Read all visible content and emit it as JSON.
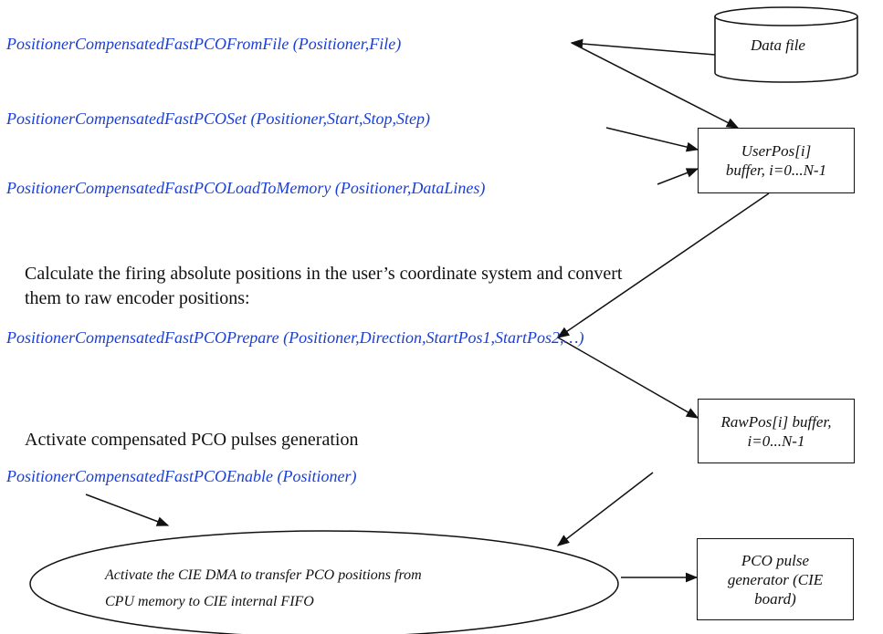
{
  "functions": {
    "from_file": "PositionerCompensatedFastPCOFromFile (Positioner,File)",
    "set": "PositionerCompensatedFastPCOSet (Positioner,Start,Stop,Step)",
    "load_to_memory": "PositionerCompensatedFastPCOLoadToMemory (Positioner,DataLines)",
    "prepare": "PositionerCompensatedFastPCOPrepare (Positioner,Direction,StartPos1,StartPos2,…)",
    "enable": "PositionerCompensatedFastPCOEnable (Positioner)"
  },
  "text": {
    "calculate_line1": "Calculate the firing absolute positions in the user’s coordinate system and convert",
    "calculate_line2": "them to raw encoder positions:",
    "activate": "Activate compensated PCO pulses generation"
  },
  "nodes": {
    "data_file": "Data file",
    "userpos_line1": "UserPos[i]",
    "userpos_line2": "buffer, i=0...N-1",
    "rawpos_line1": "RawPos[i] buffer,",
    "rawpos_line2": "i=0...N-1",
    "pco_line1": "PCO pulse",
    "pco_line2": "generator (CIE",
    "pco_line3": "board)",
    "dma_line1": "Activate the CIE DMA to transfer PCO positions from",
    "dma_line2": "CPU memory to CIE internal FIFO"
  }
}
